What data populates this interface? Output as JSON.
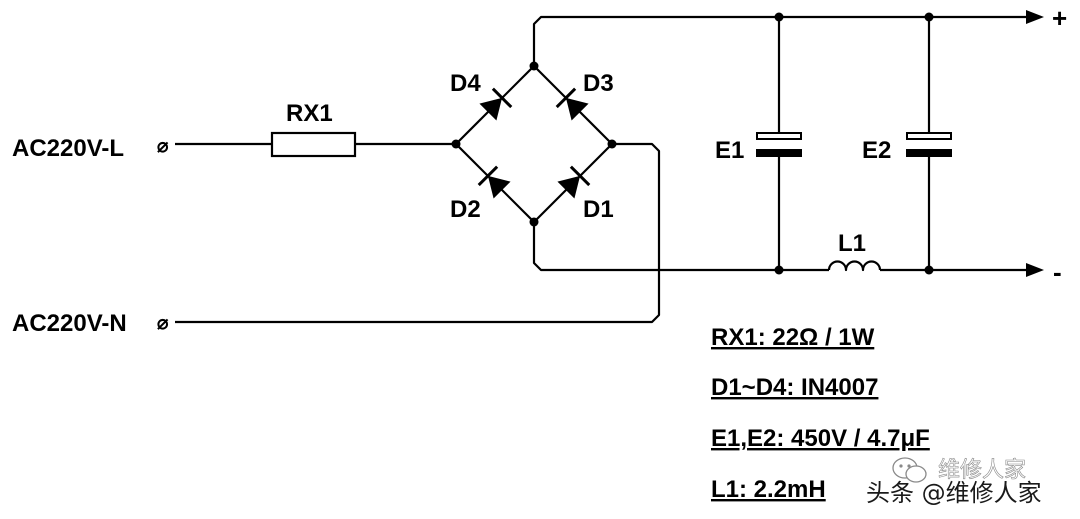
{
  "terminals": {
    "ac_l": "AC220V-L",
    "ac_n": "AC220V-N",
    "ac_symbol": "⌀",
    "out_pos": "+",
    "out_neg": "-"
  },
  "components": {
    "rx1": "RX1",
    "d1": "D1",
    "d2": "D2",
    "d3": "D3",
    "d4": "D4",
    "e1": "E1",
    "e2": "E2",
    "l1": "L1"
  },
  "specs": [
    "RX1: 22Ω / 1W",
    "D1~D4: IN4007",
    "E1,E2: 450V / 4.7μF",
    "L1: 2.2mH"
  ],
  "watermark": {
    "top": "维修人家",
    "bottom": "头条 @维修人家"
  }
}
